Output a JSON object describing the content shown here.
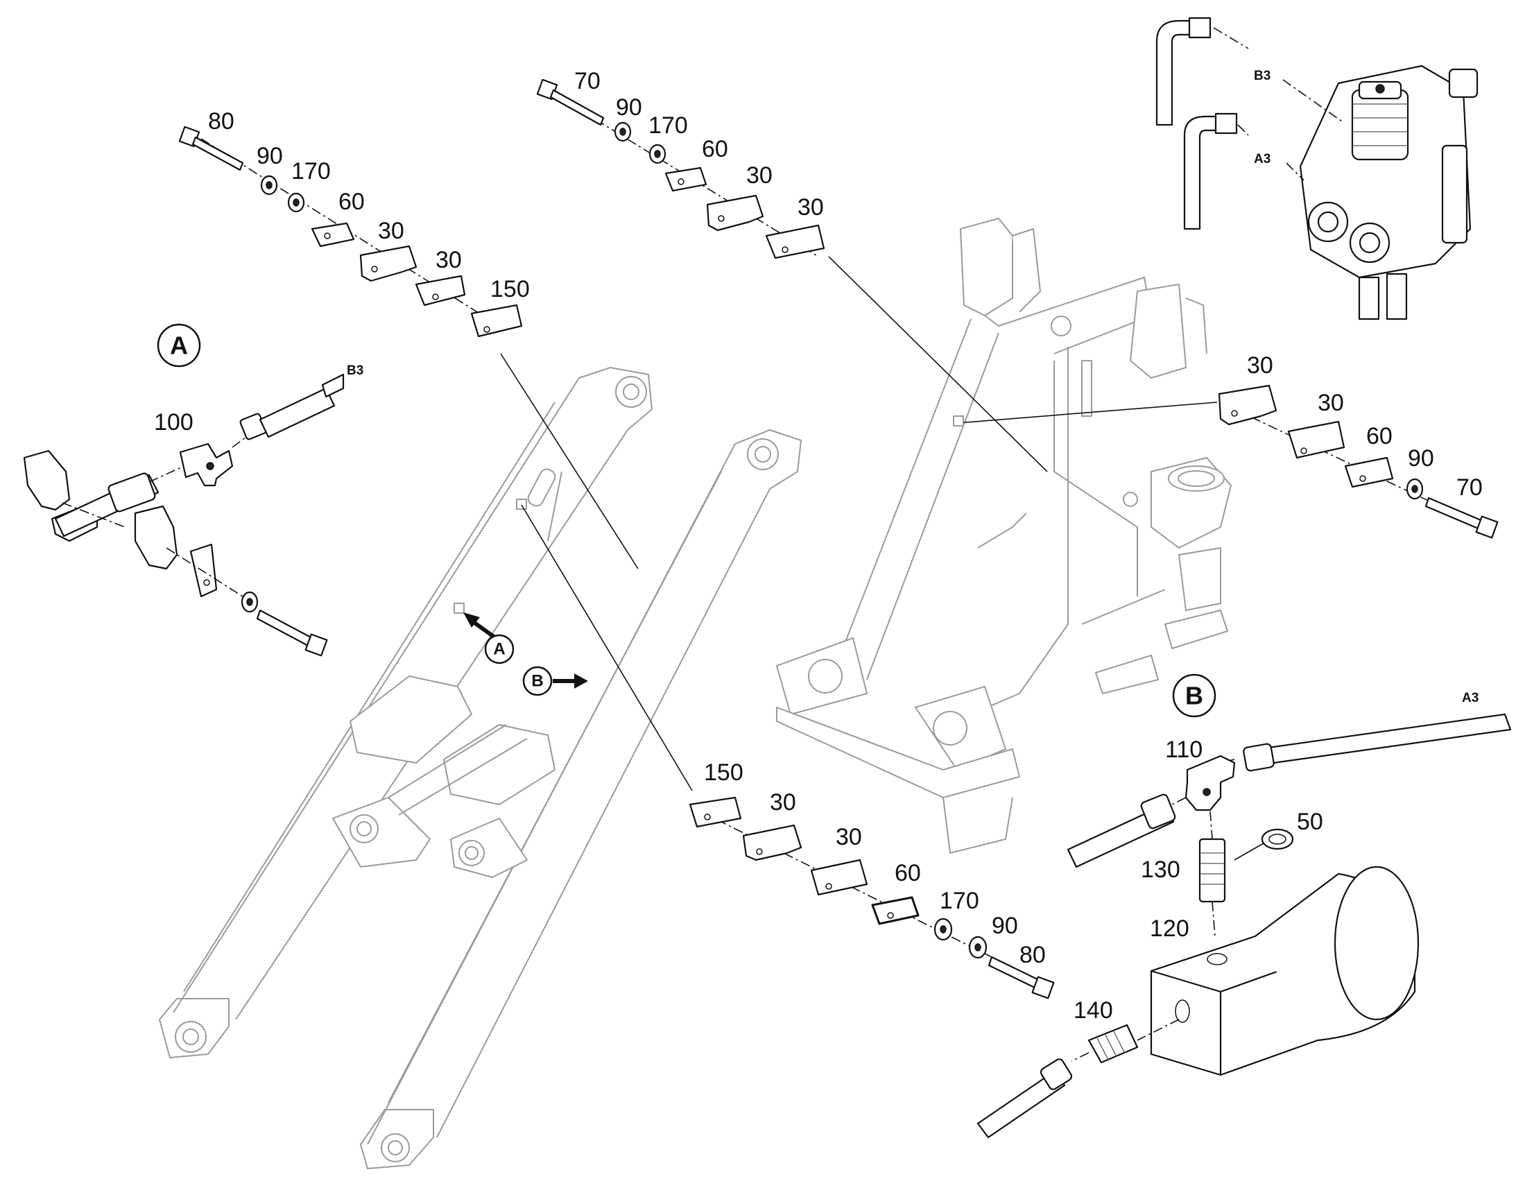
{
  "callouts": {
    "a_big": "A",
    "b_big": "B",
    "a_small": "A",
    "b_small": "B"
  },
  "connectors": {
    "b3_top": "B3",
    "a3_top": "A3",
    "b3_left": "B3",
    "a3_right": "A3"
  },
  "group_top_left": {
    "bolt": "80",
    "washer": "90",
    "ring": "170",
    "plate": "60",
    "clamp_1": "30",
    "clamp_2": "30",
    "spacer": "150"
  },
  "group_top_center": {
    "bolt": "70",
    "washer": "90",
    "ring": "170",
    "plate": "60",
    "clamp_1": "30",
    "clamp_2": "30"
  },
  "group_right": {
    "clamp_1": "30",
    "clamp_2": "30",
    "plate": "60",
    "washer": "90",
    "bolt": "70"
  },
  "group_bottom": {
    "spacer": "150",
    "clamp_1": "30",
    "clamp_2": "30",
    "plate": "60",
    "ring": "170",
    "washer": "90",
    "bolt": "80"
  },
  "detail_a": {
    "tee": "100"
  },
  "detail_b": {
    "tee": "110",
    "seal": "50",
    "adapter": "130",
    "block": "120",
    "fitting": "140"
  }
}
